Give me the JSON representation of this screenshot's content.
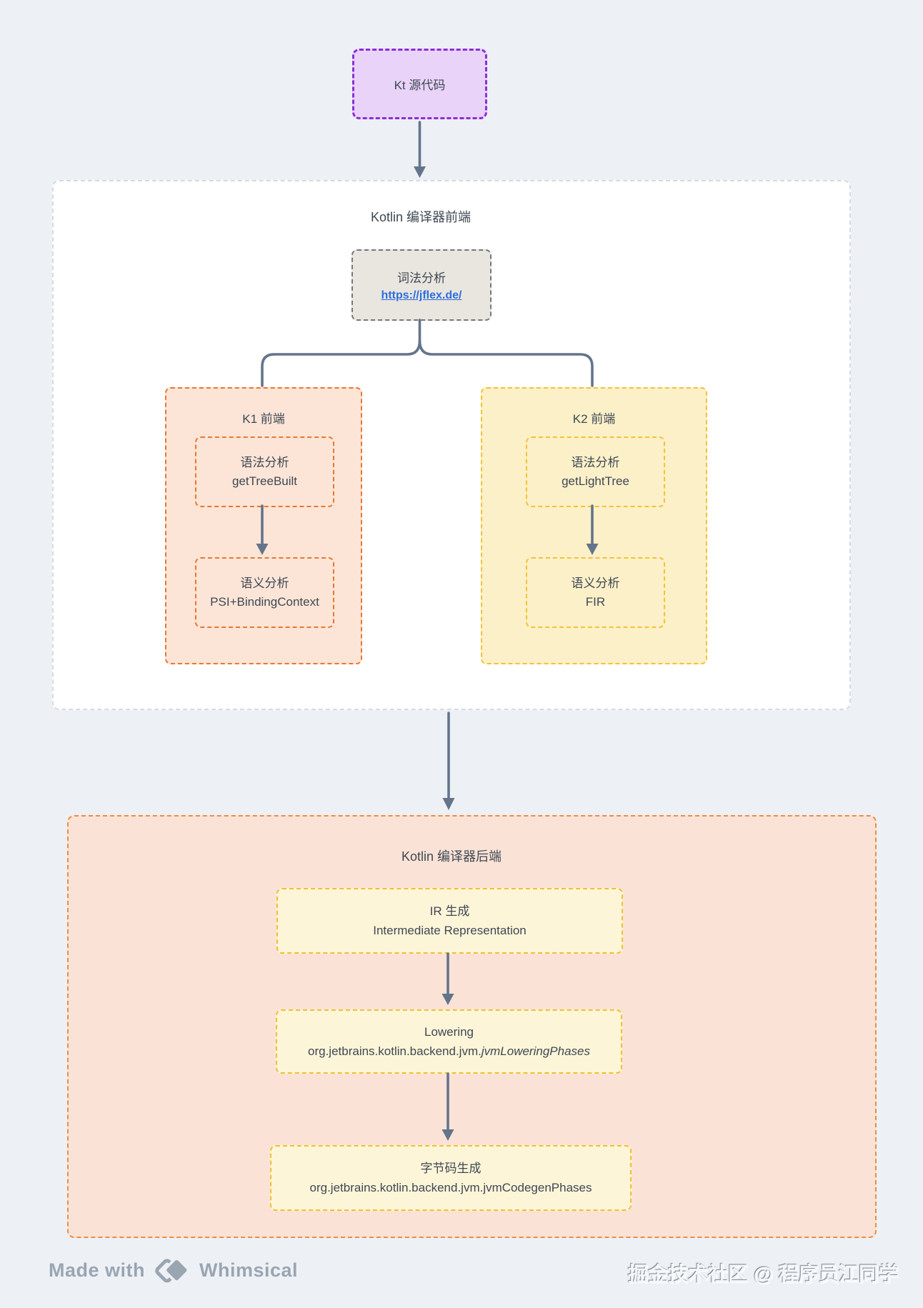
{
  "source_node": {
    "label": "Kt 源代码"
  },
  "frontend": {
    "title": "Kotlin 编译器前端",
    "lexer": {
      "title": "词法分析",
      "link_text": "https://jflex.de/",
      "link_href": "https://jflex.de/"
    },
    "k1": {
      "title": "K1 前端",
      "syntax_line1": "语法分析",
      "syntax_line2": "getTreeBuilt",
      "semantic_line1": "语义分析",
      "semantic_line2": "PSI+BindingContext"
    },
    "k2": {
      "title": "K2 前端",
      "syntax_line1": "语法分析",
      "syntax_line2": "getLightTree",
      "semantic_line1": "语义分析",
      "semantic_line2": "FIR"
    }
  },
  "backend": {
    "title": "Kotlin 编译器后端",
    "ir_line1": "IR 生成",
    "ir_line2": "Intermediate Representation",
    "lowering_line1": "Lowering",
    "lowering_line2_prefix": "org.jetbrains.kotlin.backend.jvm.",
    "lowering_line2_italic": "jvmLoweringPhases",
    "codegen_line1": "字节码生成",
    "codegen_line2": "org.jetbrains.kotlin.backend.jvm.jvmCodegenPhases"
  },
  "footer": {
    "made_with": "Made with",
    "brand": "Whimsical",
    "watermark": "掘金技术社区 @ 程序员江同学"
  },
  "colors": {
    "background": "#edf1f6",
    "connector": "#64748b",
    "text": "#3f4854",
    "source_fill": "#e9d3f8",
    "source_border": "#8b2fd6",
    "lexer_fill": "#e9e6df",
    "lexer_border": "#72777e",
    "link": "#2d6ee0",
    "frontend_border": "#d5dbe4",
    "k1_fill": "#fce5d7",
    "k1_border": "#e8772e",
    "k2_fill": "#fcf0c9",
    "k2_border": "#f4c233",
    "backend_fill": "#fae3d6",
    "backend_border": "#ec8d40",
    "stage_fill": "#fdf5d8",
    "stage_border": "#f1bf30",
    "footer_gray": "#9aa5b2"
  }
}
